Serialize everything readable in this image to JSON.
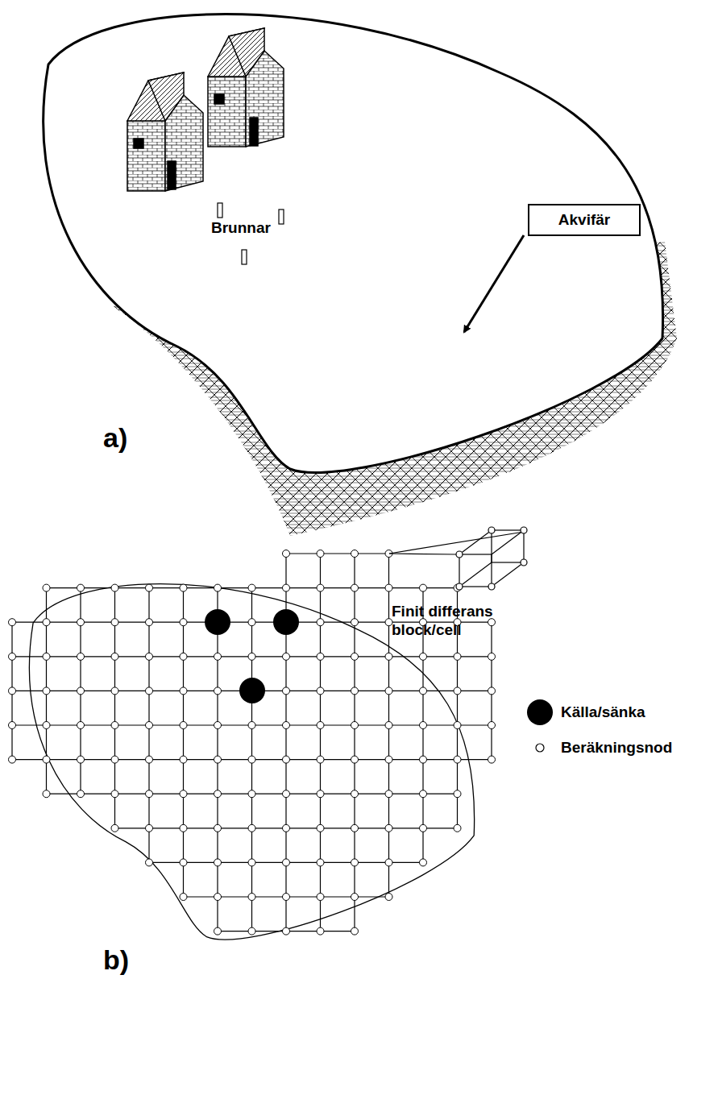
{
  "diagram": {
    "nodes": [
      {
        "text": [
          "Akvifär"
        ]
      }
    ],
    "labels": [
      "Brunnar",
      "a)",
      "b)",
      "Finit differans block/cell"
    ],
    "legend": [
      {
        "text": "Källa/sänka"
      },
      {
        "text": "Beräkningsnod"
      }
    ]
  }
}
